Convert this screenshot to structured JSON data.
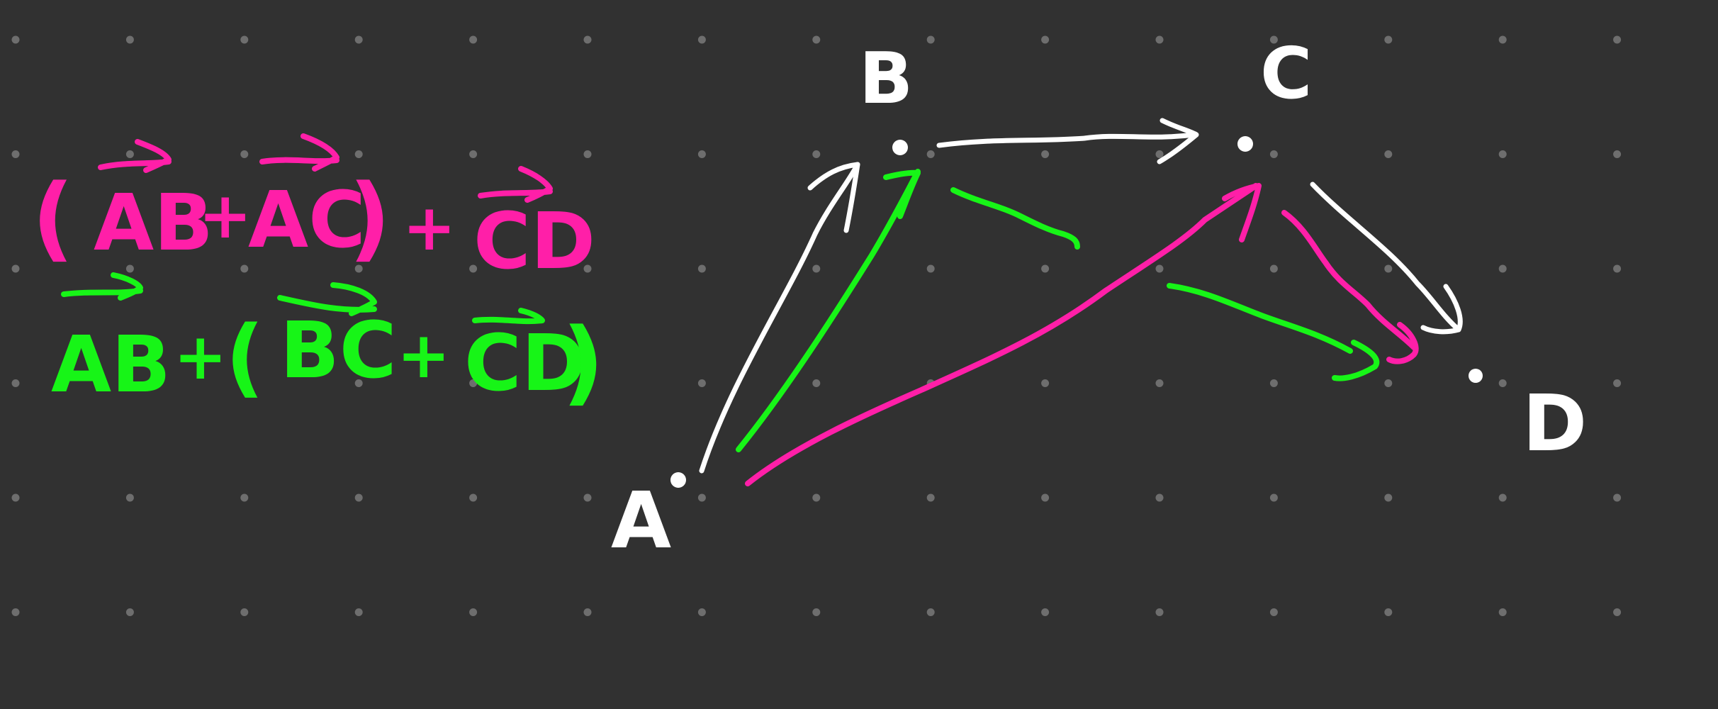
{
  "colors": {
    "background": "#313131",
    "grid_dot": "#6e6e6e",
    "white_ink": "#ffffff",
    "magenta_ink": "#ff1fa8",
    "green_ink": "#17f517"
  },
  "points": {
    "a": "A",
    "b": "B",
    "c": "C",
    "d": "D"
  },
  "expressions": {
    "magenta": {
      "open_paren": "(",
      "term1": "AB",
      "plus1": "+",
      "term2": "AC",
      "close_paren": ")",
      "plus2": "+",
      "term3": "CD"
    },
    "green": {
      "term1": "AB",
      "plus1": "+",
      "open_paren": "(",
      "term2": "BC",
      "plus2": "+",
      "term3": "CD",
      "close_paren": ")"
    }
  }
}
